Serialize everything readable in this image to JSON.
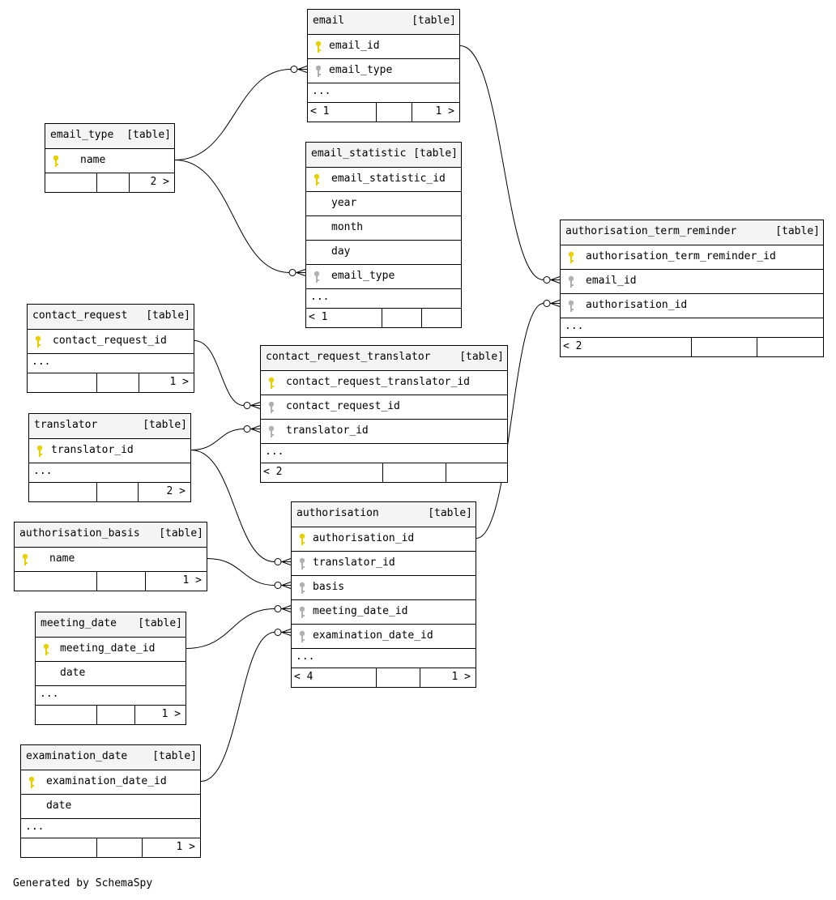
{
  "tag": "[table]",
  "ellipsis": "...",
  "footer_note": "Generated by SchemaSpy",
  "colors": {
    "primary_key": "#e6d000",
    "foreign_key": "#b0b0b0"
  },
  "tables": [
    {
      "id": "email",
      "name": "email",
      "columns": [
        {
          "name": "email_id",
          "key": "primary"
        },
        {
          "name": "email_type",
          "key": "foreign"
        }
      ],
      "ellipsis": true,
      "parents": "< 1",
      "children": "1 >"
    },
    {
      "id": "email_type",
      "name": "email_type",
      "columns": [
        {
          "name": "name",
          "key": "primary"
        }
      ],
      "ellipsis": false,
      "parents": "",
      "children": "2 >"
    },
    {
      "id": "email_statistic",
      "name": "email_statistic",
      "columns": [
        {
          "name": "email_statistic_id",
          "key": "primary"
        },
        {
          "name": "year",
          "key": "none"
        },
        {
          "name": "month",
          "key": "none"
        },
        {
          "name": "day",
          "key": "none"
        },
        {
          "name": "email_type",
          "key": "foreign"
        }
      ],
      "ellipsis": true,
      "parents": "< 1",
      "children": ""
    },
    {
      "id": "authorisation_term_reminder",
      "name": "authorisation_term_reminder",
      "columns": [
        {
          "name": "authorisation_term_reminder_id",
          "key": "primary"
        },
        {
          "name": "email_id",
          "key": "foreign"
        },
        {
          "name": "authorisation_id",
          "key": "foreign"
        }
      ],
      "ellipsis": true,
      "parents": "< 2",
      "children": ""
    },
    {
      "id": "contact_request",
      "name": "contact_request",
      "columns": [
        {
          "name": "contact_request_id",
          "key": "primary"
        }
      ],
      "ellipsis": true,
      "parents": "",
      "children": "1 >"
    },
    {
      "id": "contact_request_translator",
      "name": "contact_request_translator",
      "columns": [
        {
          "name": "contact_request_translator_id",
          "key": "primary"
        },
        {
          "name": "contact_request_id",
          "key": "foreign"
        },
        {
          "name": "translator_id",
          "key": "foreign"
        }
      ],
      "ellipsis": true,
      "parents": "< 2",
      "children": ""
    },
    {
      "id": "translator",
      "name": "translator",
      "columns": [
        {
          "name": "translator_id",
          "key": "primary"
        }
      ],
      "ellipsis": true,
      "parents": "",
      "children": "2 >"
    },
    {
      "id": "authorisation",
      "name": "authorisation",
      "columns": [
        {
          "name": "authorisation_id",
          "key": "primary"
        },
        {
          "name": "translator_id",
          "key": "foreign"
        },
        {
          "name": "basis",
          "key": "foreign"
        },
        {
          "name": "meeting_date_id",
          "key": "foreign"
        },
        {
          "name": "examination_date_id",
          "key": "foreign"
        }
      ],
      "ellipsis": true,
      "parents": "< 4",
      "children": "1 >"
    },
    {
      "id": "authorisation_basis",
      "name": "authorisation_basis",
      "columns": [
        {
          "name": "name",
          "key": "primary"
        }
      ],
      "ellipsis": false,
      "parents": "",
      "children": "1 >"
    },
    {
      "id": "meeting_date",
      "name": "meeting_date",
      "columns": [
        {
          "name": "meeting_date_id",
          "key": "primary"
        },
        {
          "name": "date",
          "key": "none"
        }
      ],
      "ellipsis": true,
      "parents": "",
      "children": "1 >"
    },
    {
      "id": "examination_date",
      "name": "examination_date",
      "columns": [
        {
          "name": "examination_date_id",
          "key": "primary"
        },
        {
          "name": "date",
          "key": "none"
        }
      ],
      "ellipsis": true,
      "parents": "",
      "children": "1 >"
    }
  ],
  "relationships": [
    {
      "from": "email_type",
      "from_col": 0,
      "to": "email",
      "to_col": 1
    },
    {
      "from": "email_type",
      "from_col": 0,
      "to": "email_statistic",
      "to_col": 4
    },
    {
      "from": "email",
      "from_col": 0,
      "to": "authorisation_term_reminder",
      "to_col": 1
    },
    {
      "from": "authorisation",
      "from_col": 0,
      "to": "authorisation_term_reminder",
      "to_col": 2
    },
    {
      "from": "contact_request",
      "from_col": 0,
      "to": "contact_request_translator",
      "to_col": 1
    },
    {
      "from": "translator",
      "from_col": 0,
      "to": "contact_request_translator",
      "to_col": 2
    },
    {
      "from": "translator",
      "from_col": 0,
      "to": "authorisation",
      "to_col": 1
    },
    {
      "from": "authorisation_basis",
      "from_col": 0,
      "to": "authorisation",
      "to_col": 2
    },
    {
      "from": "meeting_date",
      "from_col": 0,
      "to": "authorisation",
      "to_col": 3
    },
    {
      "from": "examination_date",
      "from_col": 0,
      "to": "authorisation",
      "to_col": 4
    }
  ]
}
